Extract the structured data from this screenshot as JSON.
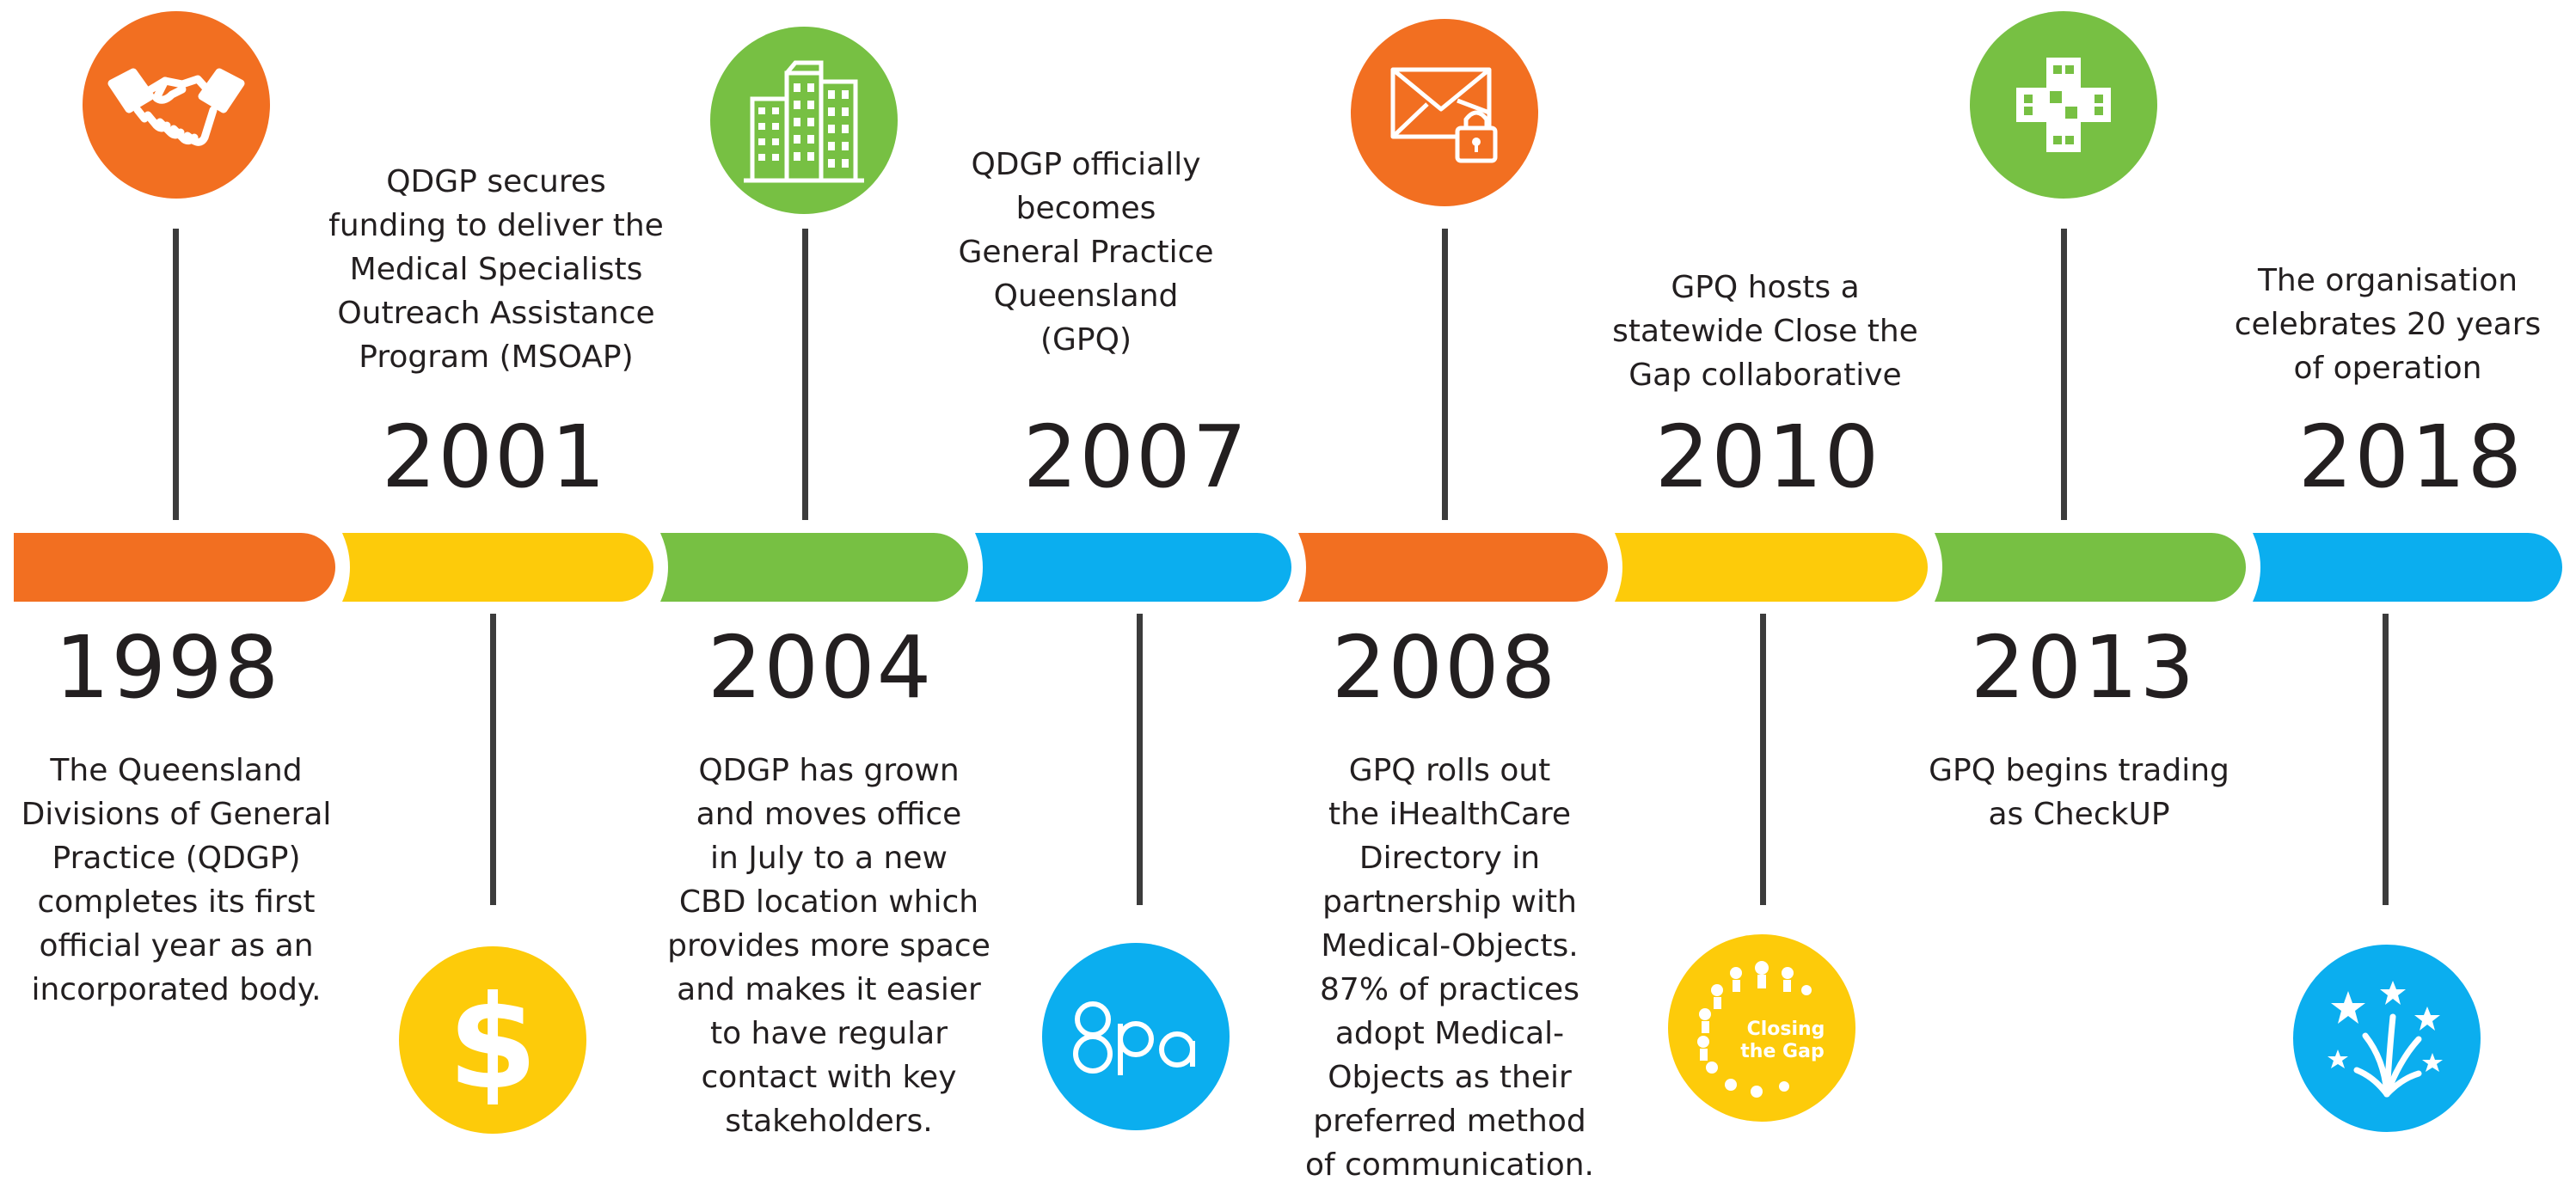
{
  "colors": {
    "orange": "#F26F21",
    "yellow": "#FDCB0A",
    "green": "#77C043",
    "blue": "#0BAEEF",
    "text": "#231F20",
    "connector": "#3C3C3C"
  },
  "milestones": [
    {
      "year": "1998",
      "text": "The Queensland\nDivisions of General\nPractice (QDGP)\ncompletes its first\nofficial year as an\nincorporated body.",
      "icon": "handshake-icon",
      "color": "orange"
    },
    {
      "year": "2001",
      "text": "QDGP secures\nfunding to deliver the\nMedical Specialists\nOutreach Assistance\nProgram (MSOAP)",
      "icon": "dollar-icon",
      "color": "yellow"
    },
    {
      "year": "2004",
      "text": "QDGP has grown\nand moves office\nin July to a new\nCBD location which\nprovides more space\nand makes it easier\nto have regular\ncontact with key\nstakeholders.",
      "icon": "buildings-icon",
      "color": "green"
    },
    {
      "year": "2007",
      "text": "QDGP officially\nbecomes\nGeneral Practice\nQueensland\n(GPQ)",
      "icon": "gpq-logo",
      "color": "blue"
    },
    {
      "year": "2008",
      "text": "GPQ rolls out\nthe iHealthCare\nDirectory in\npartnership with\nMedical-Objects.\n87% of practices\nadopt Medical-\nObjects as their\npreferred method\nof communication.",
      "icon": "secure-mail-icon",
      "color": "orange"
    },
    {
      "year": "2010",
      "text": "GPQ hosts a\nstatewide Close the\nGap collaborative",
      "icon": "closing-the-gap-logo",
      "icon_text": "Closing the Gap",
      "color": "yellow"
    },
    {
      "year": "2013",
      "text": "GPQ begins trading\nas CheckUP",
      "icon": "checkup-logo",
      "color": "green"
    },
    {
      "year": "2018",
      "text": "The organisation\ncelebrates 20 years\nof operation",
      "icon": "fireworks-icon",
      "color": "blue"
    }
  ]
}
